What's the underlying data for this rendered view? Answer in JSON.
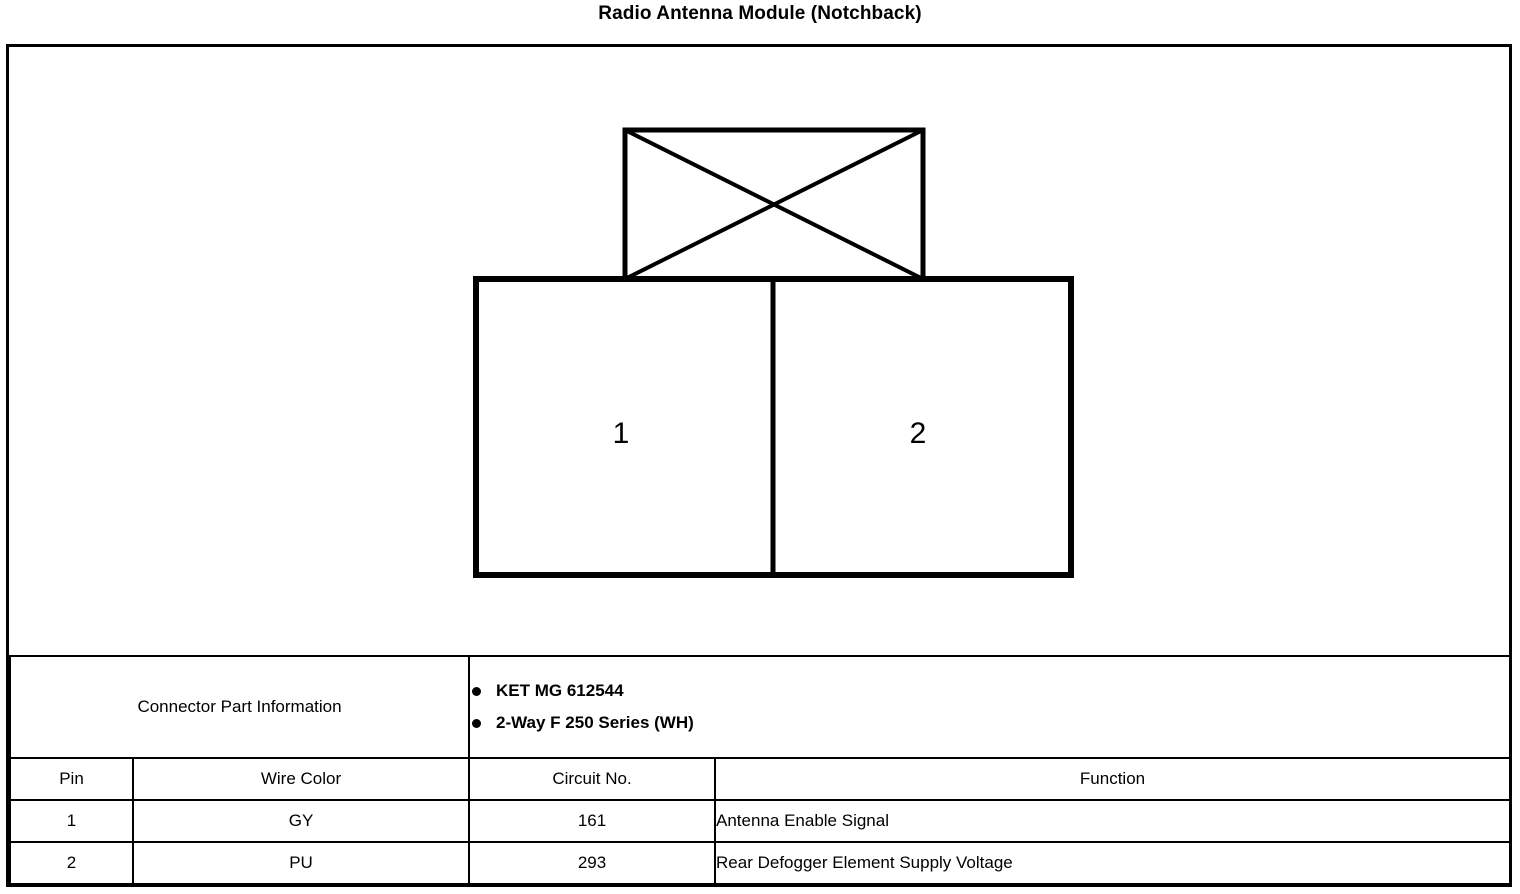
{
  "page": {
    "title": "Radio Antenna Module (Notchback)"
  },
  "connector_diagram": {
    "shape": "two-way-connector-face",
    "keyway_label": "crossed-box",
    "cavities": [
      {
        "pin": "1"
      },
      {
        "pin": "2"
      }
    ]
  },
  "connector_part_information": {
    "label": "Connector Part Information",
    "items": [
      "KET MG 612544",
      "2-Way F 250 Series (WH)"
    ]
  },
  "pin_table": {
    "headers": [
      "Pin",
      "Wire Color",
      "Circuit No.",
      "Function"
    ],
    "rows": [
      {
        "pin": "1",
        "wire_color": "GY",
        "circuit_no": "161",
        "function": "Antenna Enable Signal"
      },
      {
        "pin": "2",
        "wire_color": "PU",
        "circuit_no": "293",
        "function": "Rear Defogger Element Supply Voltage"
      }
    ]
  },
  "colors": {
    "ink": "#000000",
    "paper": "#ffffff"
  }
}
